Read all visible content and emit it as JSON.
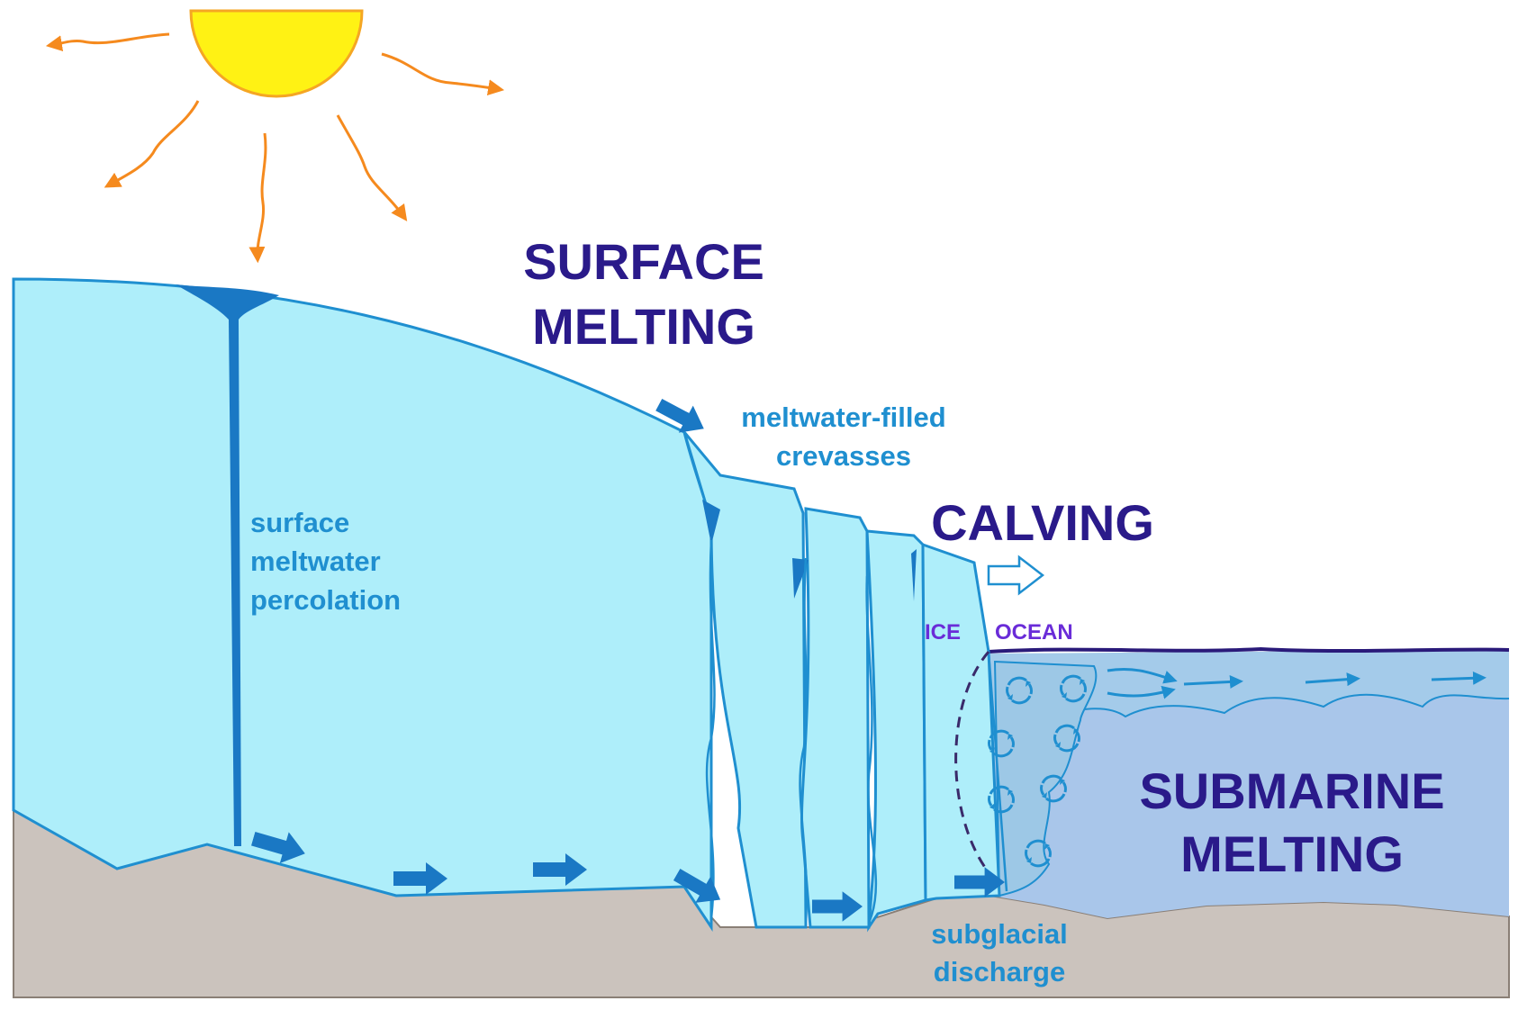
{
  "labels": {
    "surface_melting_line1": "SURFACE",
    "surface_melting_line2": "MELTING",
    "calving": "CALVING",
    "submarine_line1": "SUBMARINE",
    "submarine_line2": "MELTING",
    "percolation_line1": "surface",
    "percolation_line2": "meltwater",
    "percolation_line3": "percolation",
    "crevasses_line1": "meltwater-filled",
    "crevasses_line2": "crevasses",
    "discharge_line1": "subglacial",
    "discharge_line2": "discharge",
    "ice": "ICE",
    "ocean": "OCEAN"
  },
  "colors": {
    "ice_fill": "#aeeefa",
    "ice_edge": "#1f8fd0",
    "meltwater": "#1a78c4",
    "ocean_upper": "#a4cbea",
    "ocean_lower": "#a9c6ea",
    "bedrock": "#cbc3bd",
    "sun": "#fff214",
    "sun_edge": "#f5a623",
    "sun_rays": "#f58a1e",
    "title": "#2a1a8a",
    "label": "#1f8fd0",
    "ice_ocean_label": "#6a2cd8"
  },
  "icons": [
    "sun-icon",
    "flow-arrow-icon",
    "circulation-eddy-icon",
    "calving-arrow-icon"
  ]
}
